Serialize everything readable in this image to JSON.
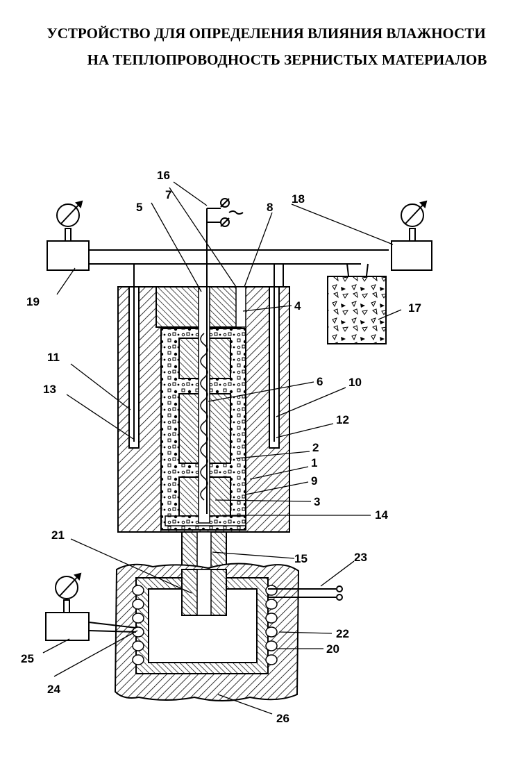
{
  "title": {
    "line1": "УСТРОЙСТВО ДЛЯ ОПРЕДЕЛЕНИЯ ВЛИЯНИЯ ВЛАЖНОСТИ",
    "line2": "НА ТЕПЛОПРОВОДНОСТЬ ЗЕРНИСТЫХ МАТЕРИАЛОВ"
  },
  "labels": {
    "n1": "1",
    "n2": "2",
    "n3": "3",
    "n4": "4",
    "n5": "5",
    "n6": "6",
    "n7": "7",
    "n8": "8",
    "n9": "9",
    "n10": "10",
    "n11": "11",
    "n12": "12",
    "n13": "13",
    "n14": "14",
    "n15": "15",
    "n16": "16",
    "n17": "17",
    "n18": "18",
    "n19": "19",
    "n20": "20",
    "n21": "21",
    "n22": "22",
    "n23": "23",
    "n24": "24",
    "n25": "25",
    "n26": "26"
  },
  "colors": {
    "ink": "#000000",
    "paper": "#ffffff"
  }
}
